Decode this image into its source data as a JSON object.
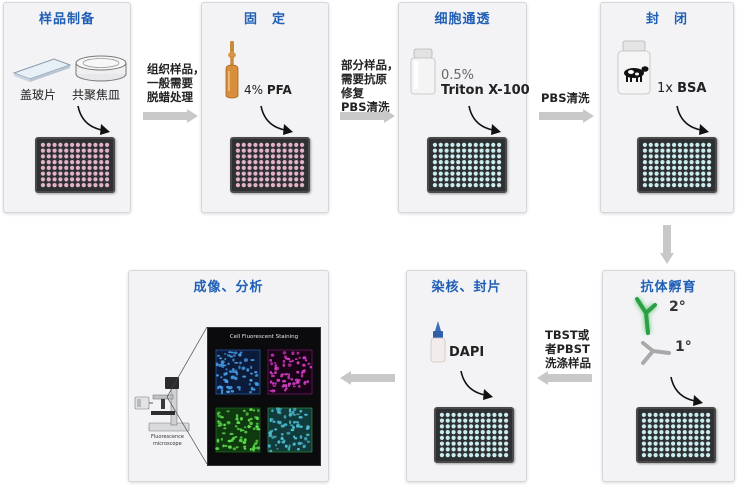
{
  "cards": {
    "sample_prep": {
      "title": "样品制备",
      "coverslip": "盖玻片",
      "dish": "共聚焦皿"
    },
    "fixation": {
      "title": "固　定",
      "reagent_percent": "4%",
      "reagent_name": "PFA"
    },
    "permeabilization": {
      "title": "细胞通透",
      "reagent_percent": "0.5%",
      "reagent_name": "Triton X-100"
    },
    "blocking": {
      "title": "封　闭",
      "reagent_prefix": "1x",
      "reagent_name": "BSA"
    },
    "antibody": {
      "title": "抗体孵育",
      "secondary": "2°",
      "primary": "1°"
    },
    "staining": {
      "title": "染核、封片",
      "reagent_name": "DAPI"
    },
    "imaging": {
      "title": "成像、分析",
      "screen_title": "Cell Fluorescent Staining",
      "microscope_caption_1": "Fluorescence",
      "microscope_caption_2": "microscope"
    }
  },
  "steps": {
    "step1": [
      "组织样品，",
      "一般需要",
      "脱蜡处理"
    ],
    "step2": [
      "部分样品，",
      "需要抗原",
      "修复",
      "PBS清洗"
    ],
    "step3": [
      "PBS清洗"
    ],
    "step5": [
      "TBST或",
      "者PBST",
      "洗涤样品"
    ]
  },
  "colors": {
    "title_blue": "#1f5fb6",
    "arrow_gray": "#c8c8c8",
    "well_pink": "#e2b3c6",
    "well_cyan": "#c9ecec",
    "antibody_green": "#2fb34a",
    "antibody_gray": "#a9a9a9"
  }
}
